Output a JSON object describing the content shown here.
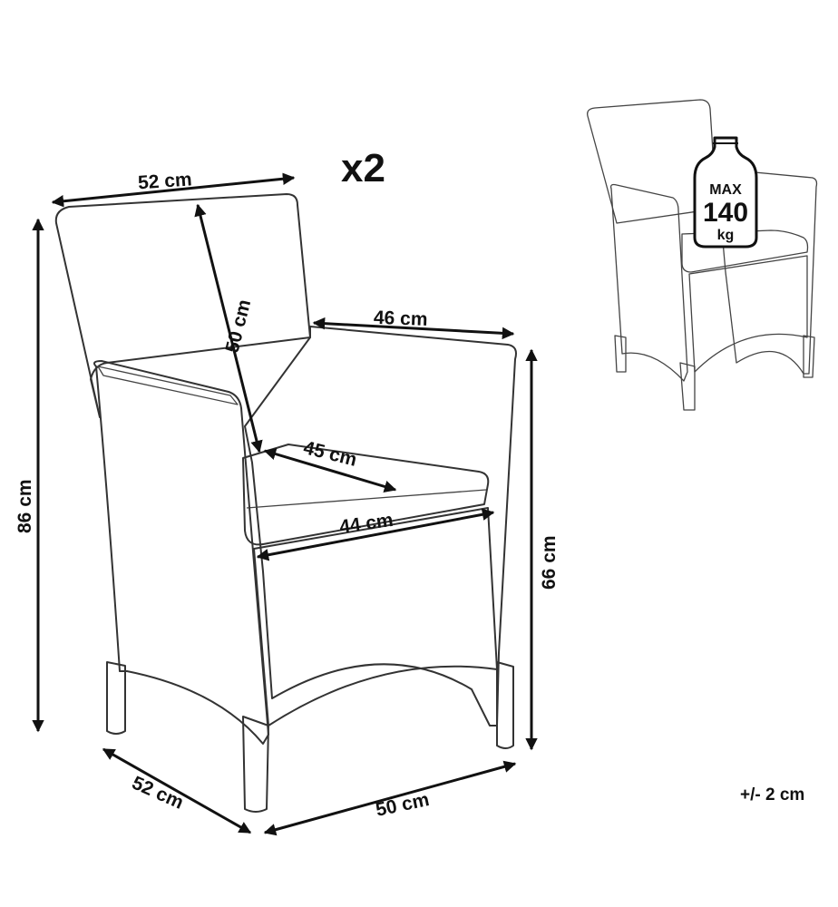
{
  "quantity": "x2",
  "tolerance": "+/- 2 cm",
  "dimensions": {
    "back_width": "52 cm",
    "back_height": "50 cm",
    "arm_depth": "46 cm",
    "seat_depth": "45 cm",
    "seat_width": "44 cm",
    "total_height": "86 cm",
    "arm_height": "66 cm",
    "base_depth": "52 cm",
    "base_width": "50 cm"
  },
  "max_load": {
    "label": "MAX",
    "value": "140",
    "unit": "kg"
  }
}
